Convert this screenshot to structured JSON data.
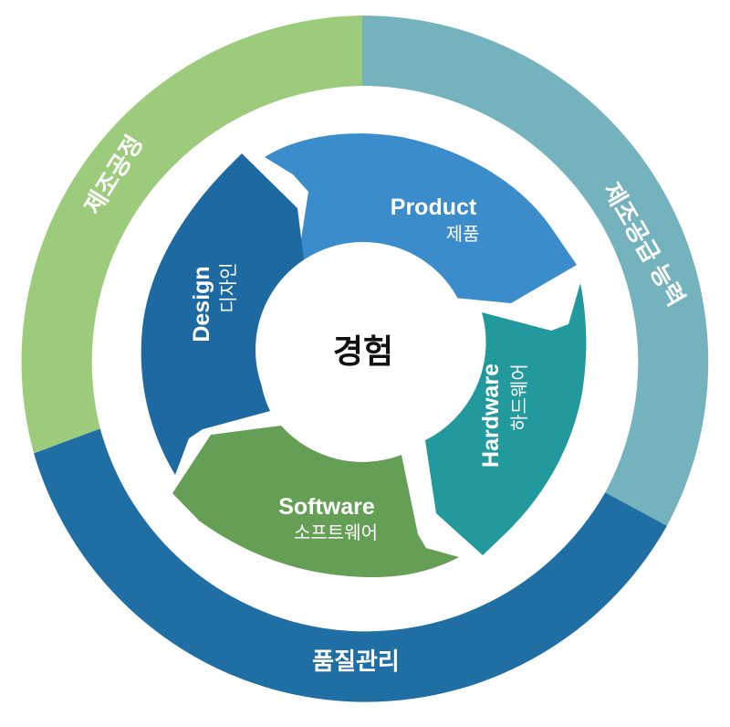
{
  "center_label": "경험",
  "outer_ring": [
    {
      "label": "제조공정",
      "color": "#9dcb7c"
    },
    {
      "label": "제조공급 능력",
      "color": "#74b3bd"
    },
    {
      "label": "품질관리",
      "color": "#1f6ea4"
    }
  ],
  "cycle": [
    {
      "en": "Product",
      "ko": "제품",
      "color": "#3a8ccb"
    },
    {
      "en": "Hardware",
      "ko": "하드웨어",
      "color": "#22999d"
    },
    {
      "en": "Software",
      "ko": "소프트웨어",
      "color": "#659f55"
    },
    {
      "en": "Design",
      "ko": "디자인",
      "color": "#1c6aa1"
    }
  ]
}
